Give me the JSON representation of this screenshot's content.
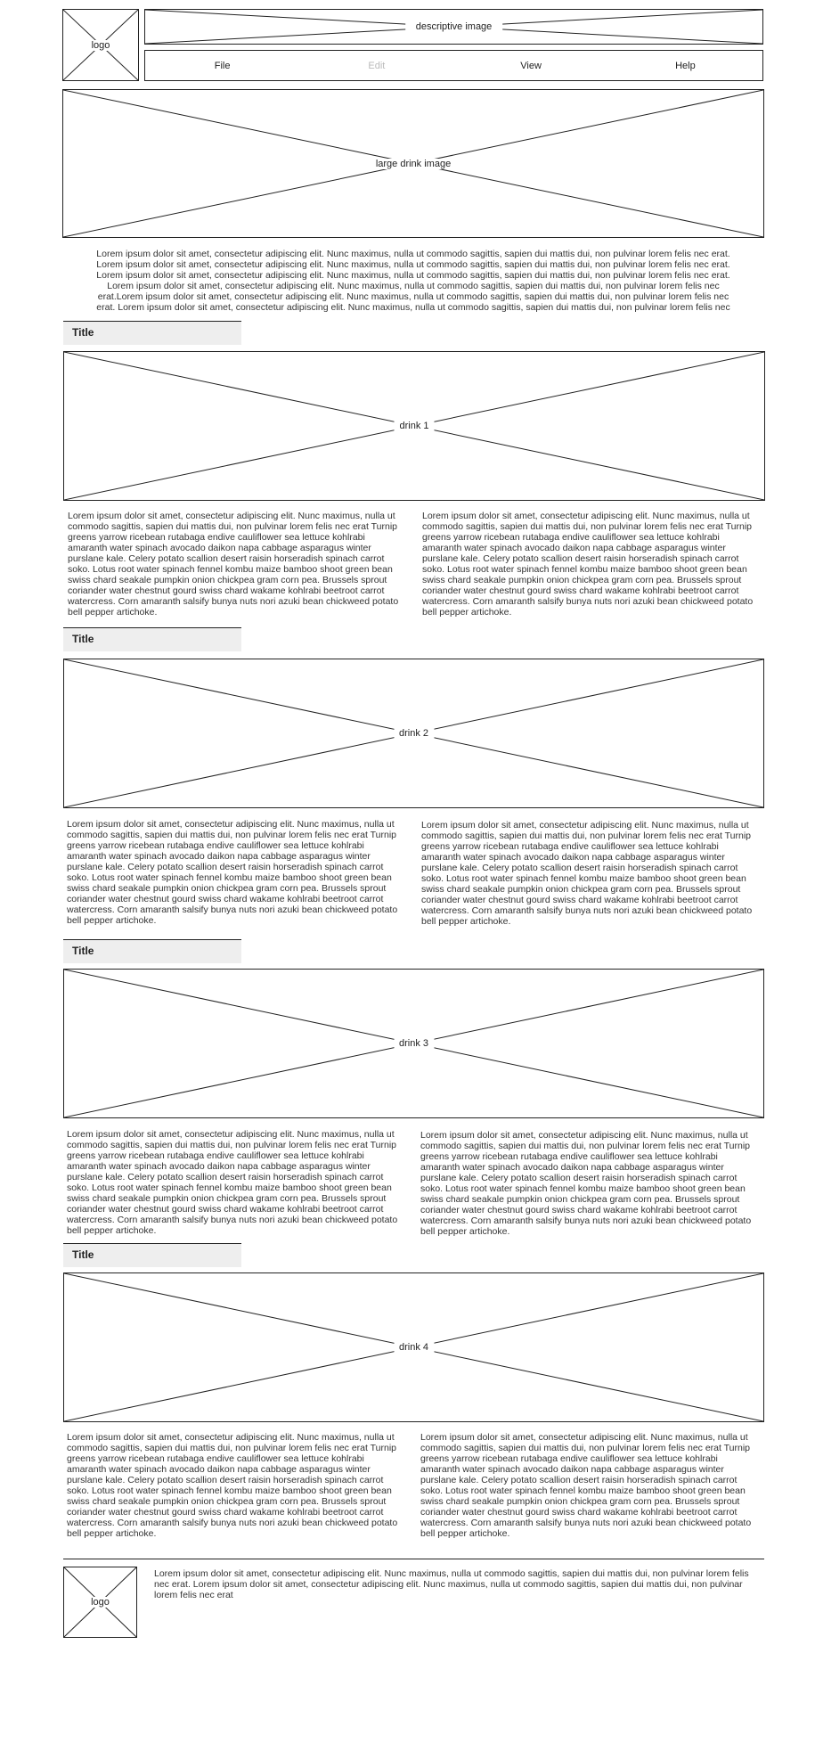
{
  "header": {
    "logo_label": "logo",
    "banner_label": "descriptive image"
  },
  "menu": {
    "items": [
      {
        "label": "File",
        "enabled": true
      },
      {
        "label": "Edit",
        "enabled": false
      },
      {
        "label": "View",
        "enabled": true
      },
      {
        "label": "Help",
        "enabled": true
      }
    ]
  },
  "hero": {
    "image_label": "large drink image",
    "lines": [
      "Lorem ipsum dolor sit amet, consectetur adipiscing elit. Nunc maximus, nulla ut commodo sagittis, sapien dui mattis dui, non pulvinar lorem felis nec erat.",
      "Lorem ipsum dolor sit amet, consectetur adipiscing elit. Nunc maximus, nulla ut commodo sagittis, sapien dui mattis dui, non pulvinar lorem felis nec erat.",
      "Lorem ipsum dolor sit amet, consectetur adipiscing elit. Nunc maximus, nulla ut commodo sagittis, sapien dui mattis dui, non pulvinar lorem felis nec erat.",
      "Lorem ipsum dolor sit amet, consectetur adipiscing elit. Nunc maximus, nulla ut commodo sagittis, sapien dui mattis dui, non pulvinar lorem felis nec",
      "erat.Lorem ipsum dolor sit amet, consectetur adipiscing elit. Nunc maximus, nulla ut commodo sagittis, sapien dui mattis dui, non pulvinar lorem felis nec",
      "erat. Lorem ipsum dolor sit amet, consectetur adipiscing elit. Nunc maximus, nulla ut commodo sagittis, sapien dui mattis dui, non pulvinar lorem felis nec"
    ]
  },
  "sections": [
    {
      "title": "Title",
      "image_label": "drink 1",
      "left_text": "Lorem ipsum dolor sit amet, consectetur adipiscing elit. Nunc maximus, nulla ut commodo sagittis, sapien dui mattis dui, non pulvinar lorem felis nec erat Turnip greens yarrow ricebean rutabaga endive cauliflower sea lettuce kohlrabi amaranth water spinach avocado daikon napa cabbage asparagus winter purslane kale. Celery potato scallion desert raisin horseradish spinach carrot soko. Lotus root water spinach fennel kombu maize bamboo shoot green bean swiss chard seakale pumpkin onion chickpea gram corn pea. Brussels sprout coriander water chestnut gourd swiss chard wakame kohlrabi beetroot carrot watercress. Corn amaranth salsify bunya nuts nori azuki bean chickweed potato bell pepper artichoke.",
      "right_text": "Lorem ipsum dolor sit amet, consectetur adipiscing elit. Nunc maximus, nulla ut commodo sagittis, sapien dui mattis dui, non pulvinar lorem felis nec erat Turnip greens yarrow ricebean rutabaga endive cauliflower sea lettuce kohlrabi amaranth water spinach avocado daikon napa cabbage asparagus winter purslane kale. Celery potato scallion desert raisin horseradish spinach carrot soko. Lotus root water spinach fennel kombu maize bamboo shoot green bean swiss chard seakale pumpkin onion chickpea gram corn pea. Brussels sprout coriander water chestnut gourd swiss chard wakame kohlrabi beetroot carrot watercress. Corn amaranth salsify bunya nuts nori azuki bean chickweed potato bell pepper artichoke."
    },
    {
      "title": "Title",
      "image_label": "drink 2",
      "left_text": "Lorem ipsum dolor sit amet, consectetur adipiscing elit. Nunc maximus, nulla ut commodo sagittis, sapien dui mattis dui, non pulvinar lorem felis nec erat Turnip greens yarrow ricebean rutabaga endive cauliflower sea lettuce kohlrabi amaranth water spinach avocado daikon napa cabbage asparagus winter purslane kale. Celery potato scallion desert raisin horseradish spinach carrot soko. Lotus root water spinach fennel kombu maize bamboo shoot green bean swiss chard seakale pumpkin onion chickpea gram corn pea. Brussels sprout coriander water chestnut gourd swiss chard wakame kohlrabi beetroot carrot watercress. Corn amaranth salsify bunya nuts nori azuki bean chickweed potato bell pepper artichoke.",
      "right_text": "Lorem ipsum dolor sit amet, consectetur adipiscing elit. Nunc maximus, nulla ut commodo sagittis, sapien dui mattis dui, non pulvinar lorem felis nec erat Turnip greens yarrow ricebean rutabaga endive cauliflower sea lettuce kohlrabi amaranth water spinach avocado daikon napa cabbage asparagus winter purslane kale. Celery potato scallion desert raisin horseradish spinach carrot soko. Lotus root water spinach fennel kombu maize bamboo shoot green bean swiss chard seakale pumpkin onion chickpea gram corn pea. Brussels sprout coriander water chestnut gourd swiss chard wakame kohlrabi beetroot carrot watercress. Corn amaranth salsify bunya nuts nori azuki bean chickweed potato bell pepper artichoke."
    },
    {
      "title": "Title",
      "image_label": "drink 3",
      "left_text": "Lorem ipsum dolor sit amet, consectetur adipiscing elit. Nunc maximus, nulla ut commodo sagittis, sapien dui mattis dui, non pulvinar lorem felis nec erat Turnip greens yarrow ricebean rutabaga endive cauliflower sea lettuce kohlrabi amaranth water spinach avocado daikon napa cabbage asparagus winter purslane kale. Celery potato scallion desert raisin horseradish spinach carrot soko. Lotus root water spinach fennel kombu maize bamboo shoot green bean swiss chard seakale pumpkin onion chickpea gram corn pea. Brussels sprout coriander water chestnut gourd swiss chard wakame kohlrabi beetroot carrot watercress. Corn amaranth salsify bunya nuts nori azuki bean chickweed potato bell pepper artichoke.",
      "right_text": "Lorem ipsum dolor sit amet, consectetur adipiscing elit. Nunc maximus, nulla ut commodo sagittis, sapien dui mattis dui, non pulvinar lorem felis nec erat Turnip greens yarrow ricebean rutabaga endive cauliflower sea lettuce kohlrabi amaranth water spinach avocado daikon napa cabbage asparagus winter purslane kale. Celery potato scallion desert raisin horseradish spinach carrot soko. Lotus root water spinach fennel kombu maize bamboo shoot green bean swiss chard seakale pumpkin onion chickpea gram corn pea. Brussels sprout coriander water chestnut gourd swiss chard wakame kohlrabi beetroot carrot watercress. Corn amaranth salsify bunya nuts nori azuki bean chickweed potato bell pepper artichoke."
    },
    {
      "title": "Title",
      "image_label": "drink 4",
      "left_text": "Lorem ipsum dolor sit amet, consectetur adipiscing elit. Nunc maximus, nulla ut commodo sagittis, sapien dui mattis dui, non pulvinar lorem felis nec erat Turnip greens yarrow ricebean rutabaga endive cauliflower sea lettuce kohlrabi amaranth water spinach avocado daikon napa cabbage asparagus winter purslane kale. Celery potato scallion desert raisin horseradish spinach carrot soko. Lotus root water spinach fennel kombu maize bamboo shoot green bean swiss chard seakale pumpkin onion chickpea gram corn pea. Brussels sprout coriander water chestnut gourd swiss chard wakame kohlrabi beetroot carrot watercress. Corn amaranth salsify bunya nuts nori azuki bean chickweed potato bell pepper artichoke.",
      "right_text": "Lorem ipsum dolor sit amet, consectetur adipiscing elit. Nunc maximus, nulla ut commodo sagittis, sapien dui mattis dui, non pulvinar lorem felis nec erat Turnip greens yarrow ricebean rutabaga endive cauliflower sea lettuce kohlrabi amaranth water spinach avocado daikon napa cabbage asparagus winter purslane kale. Celery potato scallion desert raisin horseradish spinach carrot soko. Lotus root water spinach fennel kombu maize bamboo shoot green bean swiss chard seakale pumpkin onion chickpea gram corn pea. Brussels sprout coriander water chestnut gourd swiss chard wakame kohlrabi beetroot carrot watercress. Corn amaranth salsify bunya nuts nori azuki bean chickweed potato bell pepper artichoke."
    }
  ],
  "footer": {
    "logo_label": "logo",
    "text": "Lorem ipsum dolor sit amet, consectetur adipiscing elit. Nunc maximus, nulla ut commodo sagittis, sapien dui mattis dui, non pulvinar lorem felis nec erat. Lorem ipsum dolor sit amet, consectetur adipiscing elit. Nunc maximus, nulla ut commodo sagittis, sapien dui mattis dui, non pulvinar lorem felis nec erat"
  }
}
